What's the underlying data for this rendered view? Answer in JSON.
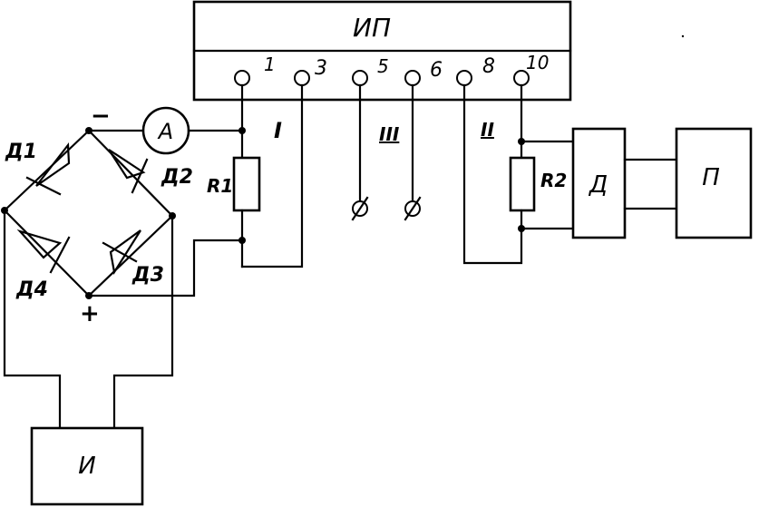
{
  "blocks": {
    "instrument": "ИП",
    "source": "И",
    "device_d": "Д",
    "device_p": "П"
  },
  "terminals": [
    "1",
    "3",
    "5",
    "6",
    "8",
    "10"
  ],
  "circuit_labels": {
    "circuit_1": "I",
    "circuit_2": "II",
    "circuit_3": "III"
  },
  "components": {
    "ammeter": "A",
    "r1": "R1",
    "r2": "R2",
    "d1": "Д1",
    "d2": "Д2",
    "d3": "Д3",
    "d4": "Д4",
    "minus": "−",
    "plus": "+",
    "open_term": "Ø"
  }
}
